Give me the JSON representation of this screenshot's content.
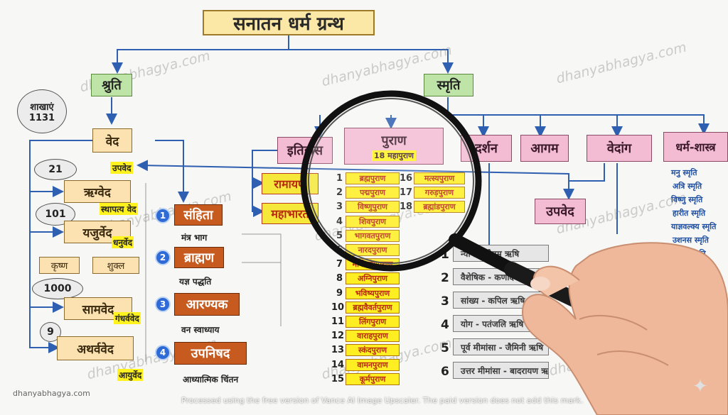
{
  "title": "सनातन धर्म ग्रन्थ",
  "shruti": "श्रुति",
  "smriti": "स्मृति",
  "shakhaen": {
    "label": "शाखाएं",
    "count": "1131"
  },
  "ved": "वेद",
  "upved_label": "उपवेद",
  "vedas": [
    {
      "count": "21",
      "name": "ऋग्वेद",
      "upved": "स्थापत्य वेद"
    },
    {
      "count": "101",
      "name": "यजुर्वेद",
      "upved": "धनुर्वेद",
      "branches": [
        "कृष्ण",
        "शुक्ल"
      ]
    },
    {
      "count": "1000",
      "name": "सामवेद",
      "upved": "गंधर्ववेद"
    },
    {
      "count": "9",
      "name": "अथर्ववेद",
      "upved": "आयुर्वेद"
    }
  ],
  "parts": [
    {
      "num": "1",
      "name": "संहिता",
      "desc": "मंत्र भाग"
    },
    {
      "num": "2",
      "name": "ब्राह्मण",
      "desc": "यज्ञ पद्धति"
    },
    {
      "num": "3",
      "name": "आरण्यक",
      "desc": "वन स्वाध्याय"
    },
    {
      "num": "4",
      "name": "उपनिषद",
      "desc": "आध्यात्मिक चिंतन"
    }
  ],
  "itihas": {
    "label": "इतिहास",
    "items": [
      "रामायण",
      "महाभारत"
    ]
  },
  "puran": {
    "label": "पुराण",
    "sub": "18 महापुराण",
    "items": [
      "ब्रह्मपुराण",
      "पद्मपुराण",
      "विष्णुपुराण",
      "शिवपुराण",
      "भागवतपुराण",
      "नारदपुराण",
      "मार्कण्डेयपुराण",
      "अग्निपुराण",
      "भविष्यपुराण",
      "ब्रह्मवैवर्तपुराण",
      "लिंगपुराण",
      "वाराहपुराण",
      "स्कंदपुराण",
      "वामनपुराण",
      "कूर्मपुराण",
      "मत्स्यपुराण",
      "गरुड़पुराण",
      "ब्रह्मांडपुराण"
    ]
  },
  "darshan": {
    "label": "दर्शन",
    "items": [
      "न्याय - गौतम ऋषि",
      "वैशेषिक - कणाद ऋषि",
      "सांख्य - कपिल ऋषि",
      "योग - पतंजलि ऋषि",
      "पूर्व मीमांसा - जैमिनी ऋषि",
      "उत्तर मीमांसा - बादरायण ऋषि"
    ]
  },
  "agam": "आगम",
  "vedang": "वेदांग",
  "dharmashastra": {
    "label": "धर्म-शास्त्र",
    "items": [
      "मनु स्मृति",
      "अत्रि स्मृति",
      "विष्णु स्मृति",
      "हारीत स्मृति",
      "याज्ञवल्क्य स्मृति",
      "उशनस स्मृति",
      "अंगिरा स्मृति"
    ]
  },
  "upved_smriti": "उपवेद",
  "watermark": "dhanyabhagya.com",
  "credit": "dhanyabhagya.com",
  "footer_note": "Processed using the free version of Vance AI Image Upscaler. The paid version does not add this mark.",
  "colors": {
    "line": "#2e5fb0",
    "green": "#bfe4a8",
    "pink": "#f4bcd3",
    "cream": "#fbe2b0",
    "brown": "#c75b1f",
    "yellow": "#fff21e"
  }
}
